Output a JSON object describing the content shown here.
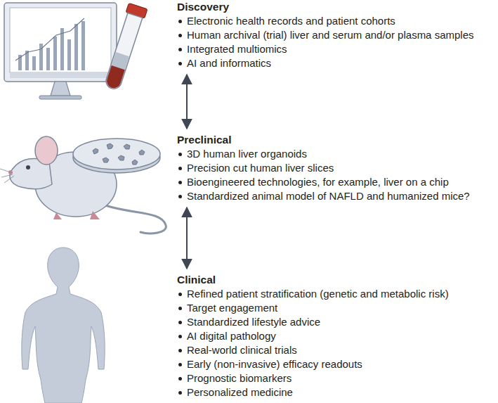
{
  "diagram": {
    "nodes": [
      {
        "text": [
          "Discovery",
          "Electronic health records and patient cohorts",
          "Human archival (trial) liver and serum and/or plasma samples",
          "Integrated multiomics",
          "AI and informatics"
        ]
      },
      {
        "text": [
          "Preclinical",
          "3D human liver organoids",
          "Precision cut human liver slices",
          "Bioengineered technologies, for example, liver on a chip",
          "Standardized animal model of NAFLD and humanized mice?"
        ]
      },
      {
        "text": [
          "Clinical",
          "Refined patient stratification (genetic and metabolic risk)",
          "Target engagement",
          "Standardized lifestyle advice",
          "AI digital pathology",
          "Real-world clinical trials",
          "Early (non-invasive) efficacy readouts",
          "Prognostic biomarkers",
          "Personalized medicine"
        ]
      }
    ],
    "edges": [
      {
        "from": 0,
        "to": 1,
        "arrow": "both"
      },
      {
        "from": 1,
        "to": 2,
        "arrow": "both"
      }
    ]
  }
}
